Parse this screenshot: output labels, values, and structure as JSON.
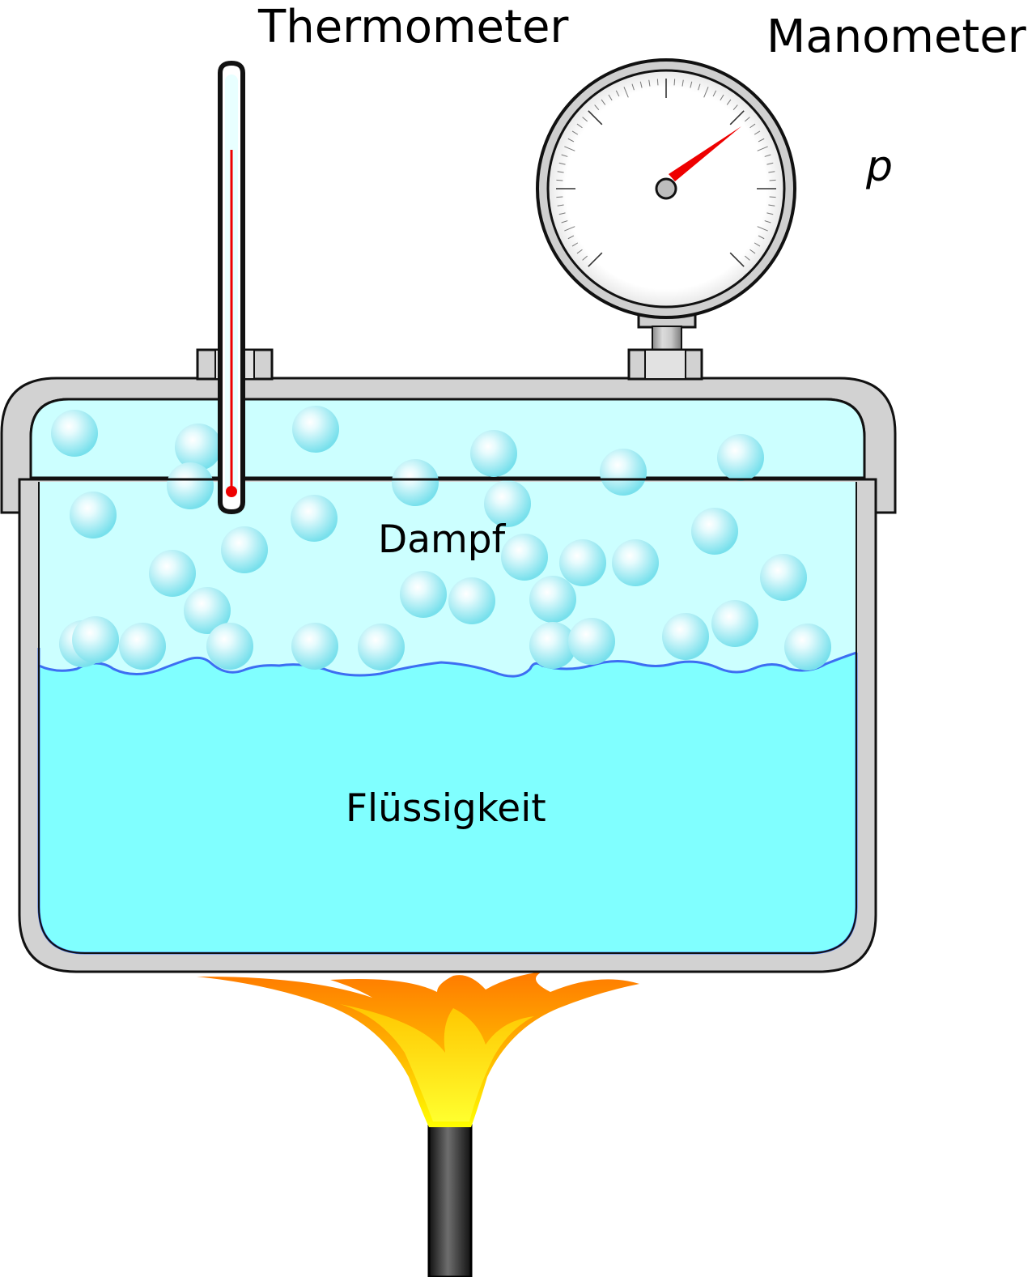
{
  "labels": {
    "thermometer": "Thermometer",
    "manometer": "Manometer",
    "pressure_symbol": "p",
    "vapor": "Dampf",
    "liquid": "Flüssigkeit"
  },
  "colors": {
    "vessel_wall": "#d2d2d2",
    "outline": "#1a1a1a",
    "vapor_fill": "#ccffff",
    "liquid_fill": "#80ffff",
    "liquid_edge": "#3d6ef2",
    "bubble": "#7fe6f0",
    "gauge_needle": "#ee0000",
    "thermometer_mercury": "#ee0000",
    "flame_outer": "#ff9900",
    "flame_inner": "#ffff00",
    "burner": "#333333"
  },
  "icons": {
    "thermometer": "thermometer-icon",
    "manometer": "pressure-gauge-icon",
    "flame": "flame-icon",
    "burner": "burner-tube-icon"
  }
}
